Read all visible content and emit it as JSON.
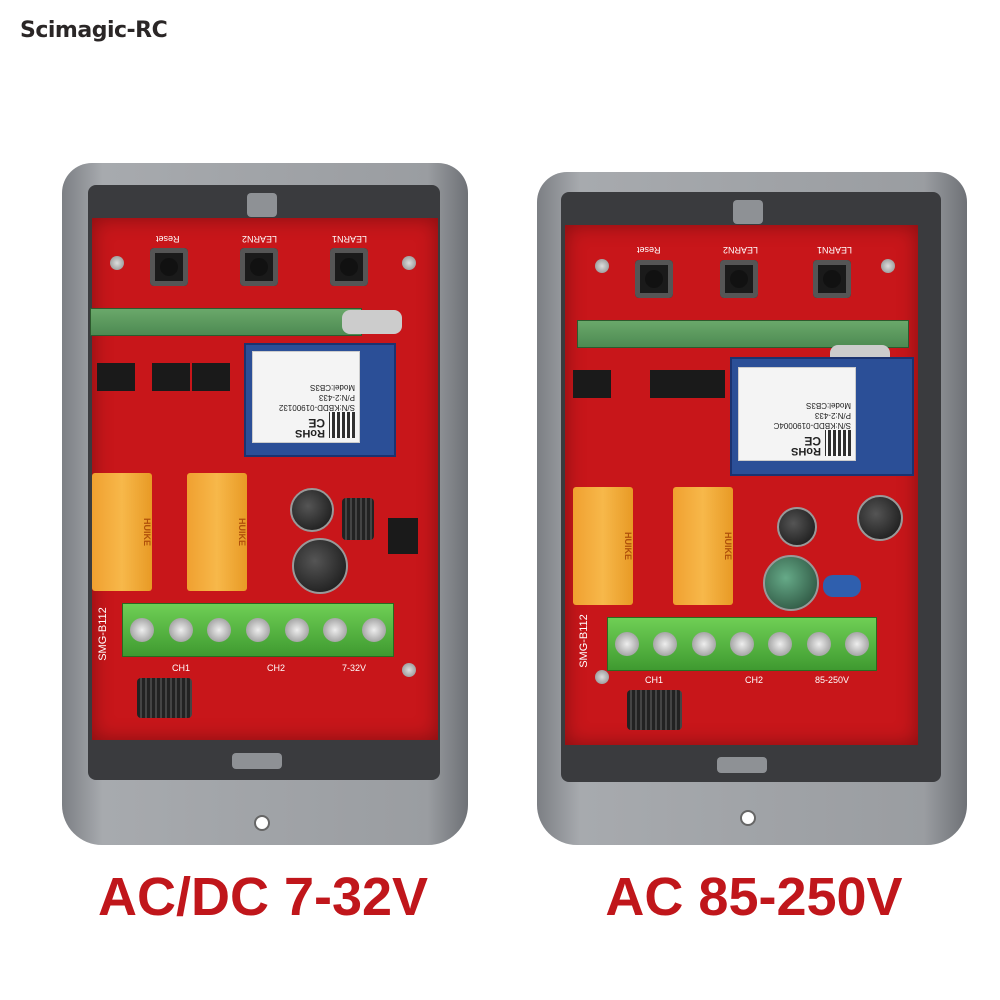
{
  "brand": "Scimagic-RC",
  "products": [
    {
      "caption": "AC/DC 7-32V",
      "buttons": [
        "Reset",
        "LEARN2",
        "LEARN1"
      ],
      "module": {
        "rohs": "RoHS",
        "sn": "S/N:KBDD-01900132",
        "pn": "P/N:2-433",
        "model": "Model:CB3S"
      },
      "relay_text": "HUIKE",
      "board_label": "SMG-B112",
      "terminal_labels": [
        "CH1",
        "CH2",
        "7-32V"
      ]
    },
    {
      "caption": "AC 85-250V",
      "buttons": [
        "Reset",
        "LEARN2",
        "LEARN1"
      ],
      "module": {
        "rohs": "RoHS",
        "sn": "S/N:KBDD-0190004C",
        "pn": "P/N:2-433",
        "model": "Model:CB3S"
      },
      "relay_text": "HUIKE",
      "board_label": "SMG-B112",
      "terminal_labels": [
        "CH1",
        "CH2",
        "85-250V"
      ]
    }
  ],
  "colors": {
    "caption": "#c0161b",
    "pcb": "#c8161a",
    "housing": "#9a9da1",
    "terminal": "#4fb03a",
    "relay": "#f5a623"
  }
}
